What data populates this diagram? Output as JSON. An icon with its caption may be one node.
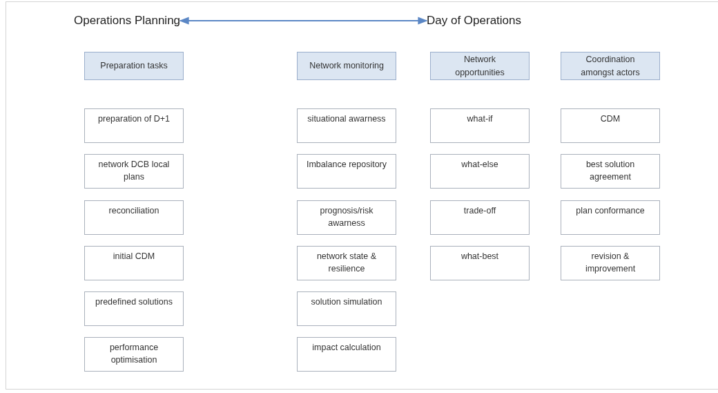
{
  "diagram": {
    "nodes": [
      {
        "text": [
          "Operations Planning"
        ]
      },
      {
        "text": [
          "Day of Operations"
        ]
      },
      {
        "text": [
          "Preparation tasks"
        ]
      },
      {
        "text": [
          "preparation of D+1"
        ]
      },
      {
        "text": [
          "network DCB local plans"
        ]
      },
      {
        "text": [
          "reconciliation"
        ]
      },
      {
        "text": [
          "initial CDM"
        ]
      },
      {
        "text": [
          "predefined solutions"
        ]
      },
      {
        "text": [
          "performance optimisation"
        ]
      },
      {
        "text": [
          "Network monitoring"
        ]
      },
      {
        "text": [
          "situational awarness"
        ]
      },
      {
        "text": [
          "Imbalance repository"
        ]
      },
      {
        "text": [
          "prognosis/risk awarness"
        ]
      },
      {
        "text": [
          "network state & resilience"
        ]
      },
      {
        "text": [
          "solution simulation"
        ]
      },
      {
        "text": [
          "impact calculation"
        ]
      },
      {
        "text": [
          "Network opportunities"
        ]
      },
      {
        "text": [
          "what-if"
        ]
      },
      {
        "text": [
          "what-else"
        ]
      },
      {
        "text": [
          "trade-off"
        ]
      },
      {
        "text": [
          "what-best"
        ]
      },
      {
        "text": [
          "Coordination amongst actors"
        ]
      },
      {
        "text": [
          "CDM"
        ]
      },
      {
        "text": [
          "best solution agreement"
        ]
      },
      {
        "text": [
          "plan conformance"
        ]
      },
      {
        "text": [
          "revision & improvement"
        ]
      }
    ],
    "edges": [
      {
        "from": 0,
        "to": 1,
        "arrow": "both"
      }
    ]
  }
}
